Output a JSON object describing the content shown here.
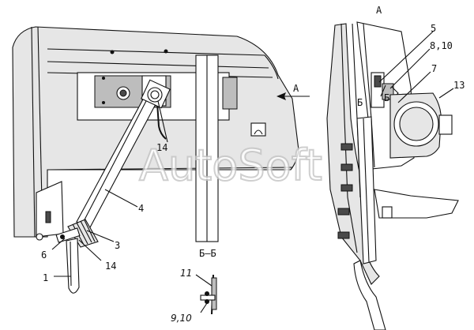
{
  "view_labels": {
    "view_a": "A",
    "view_a_arrow": "A",
    "section_marker_left": "Б",
    "section_marker_right": "Б",
    "section_title": "Б–Б"
  },
  "callouts": {
    "c1": "1",
    "c3": "3",
    "c4": "4",
    "c6": "6",
    "c14_top": "14",
    "c14_bottom": "14",
    "c5": "5",
    "c8_10": "8,10",
    "c7": "7",
    "c13": "13",
    "c11": "11",
    "c9_10": "9,10"
  },
  "watermark": "AutoSoft"
}
